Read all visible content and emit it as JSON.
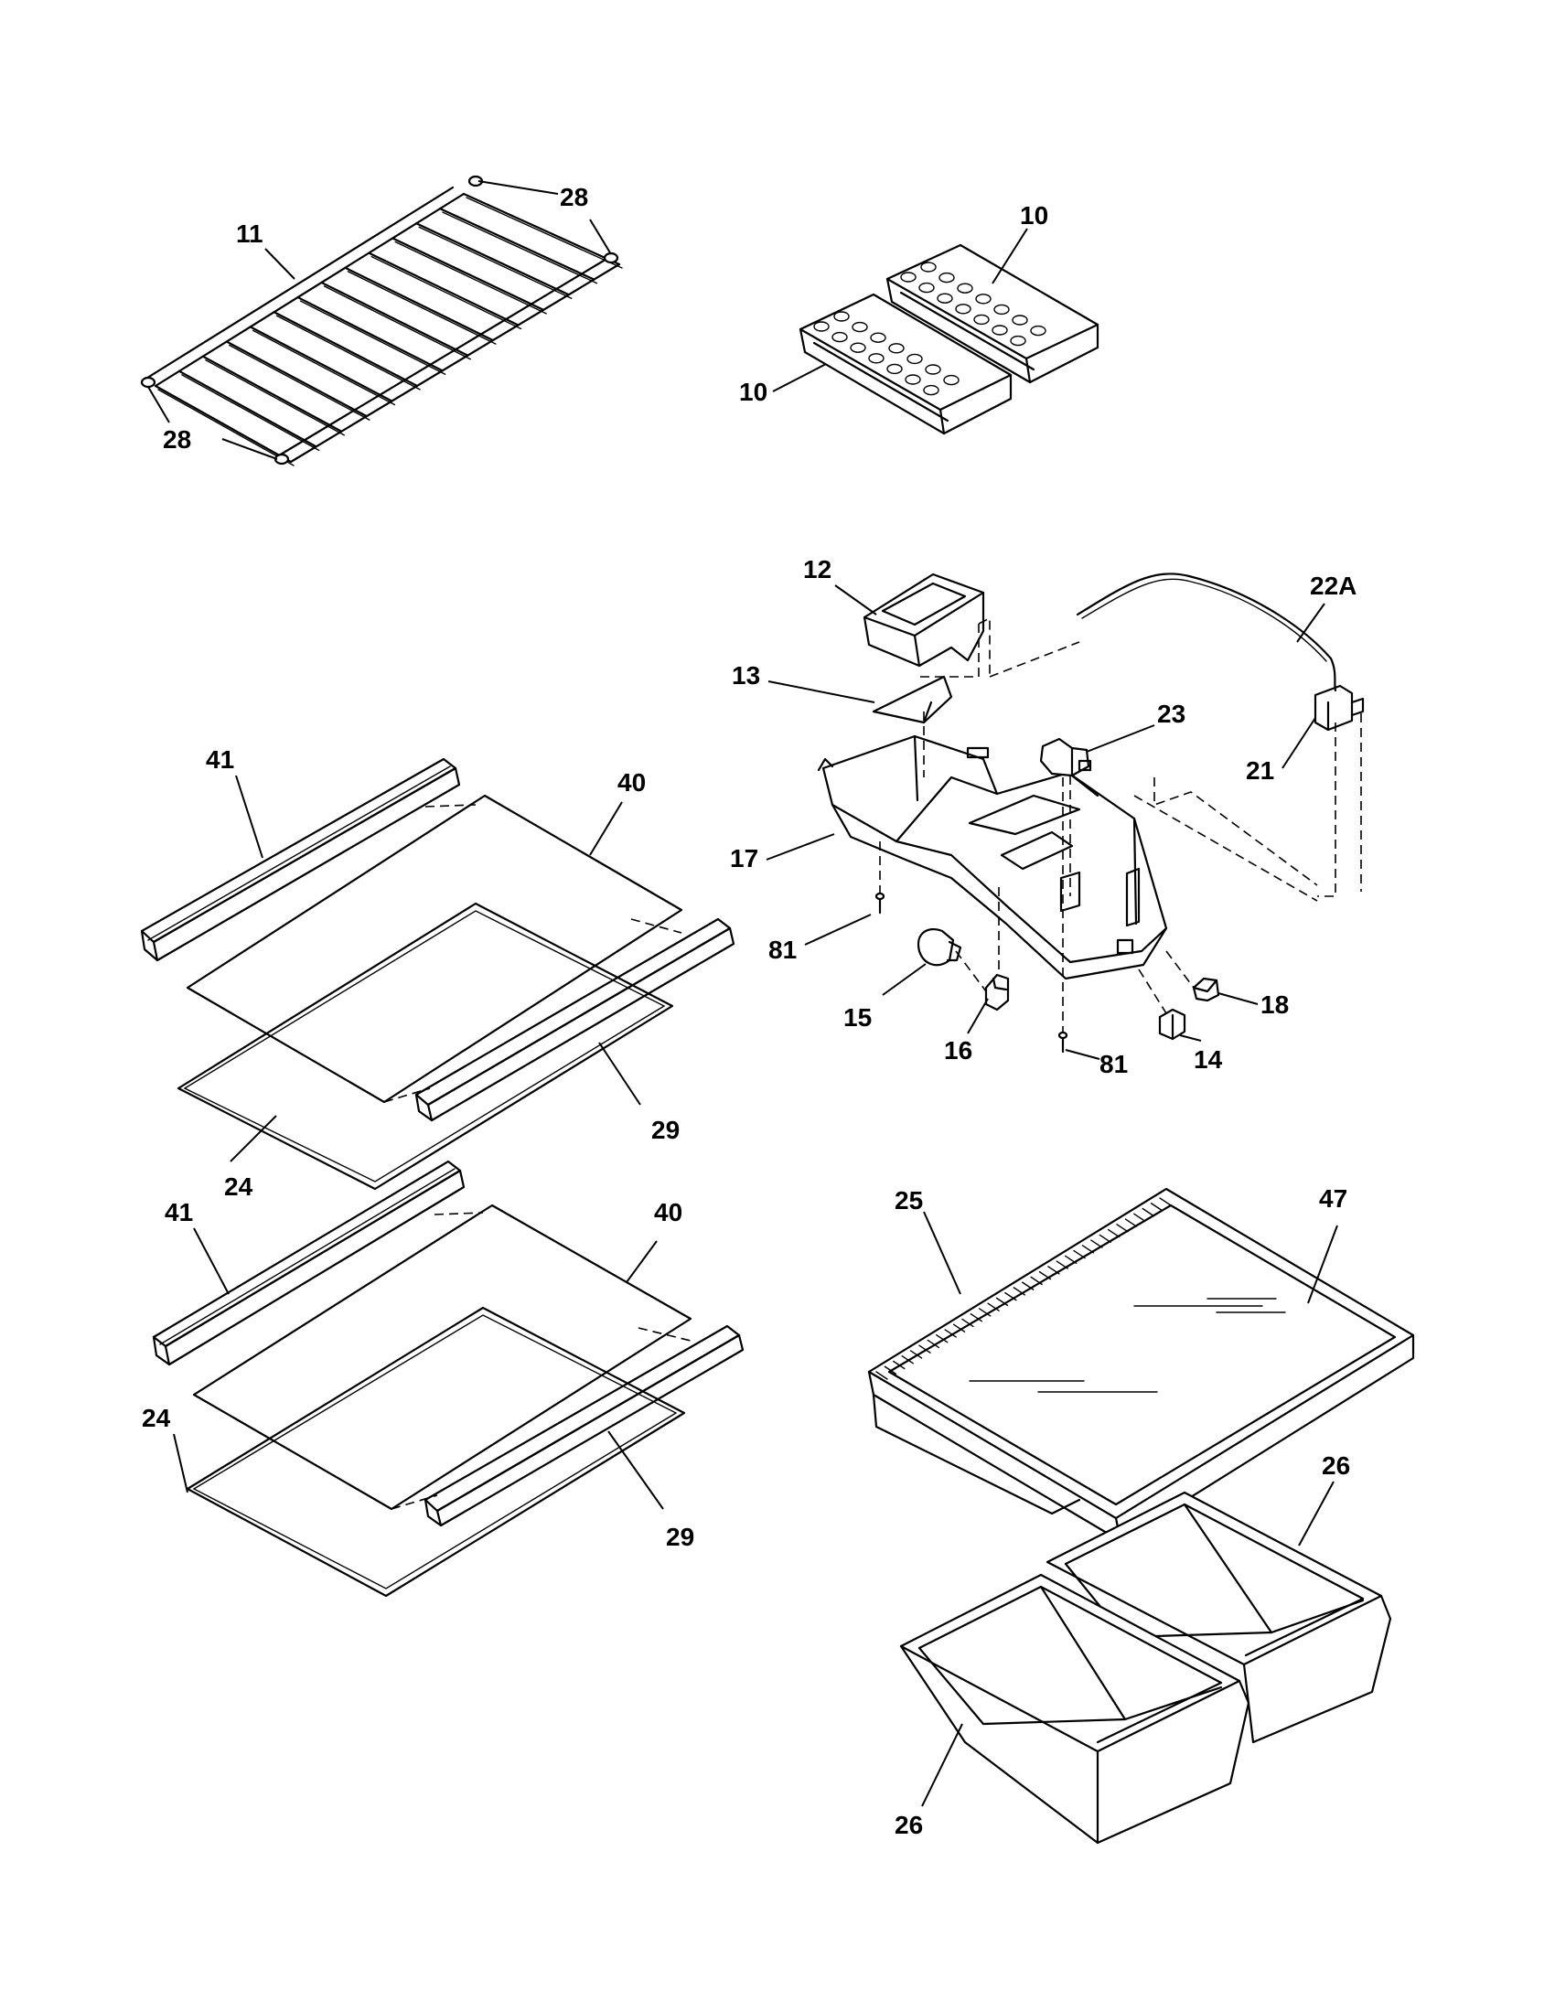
{
  "callouts": {
    "c11": "11",
    "c28a": "28",
    "c28b": "28",
    "c10a": "10",
    "c10b": "10",
    "c12": "12",
    "c22A": "22A",
    "c13": "13",
    "c23": "23",
    "c21": "21",
    "c17": "17",
    "c81a": "81",
    "c81b": "81",
    "c15": "15",
    "c16": "16",
    "c14": "14",
    "c18": "18",
    "c41a": "41",
    "c40a": "40",
    "c29a": "29",
    "c24a": "24",
    "c41b": "41",
    "c40b": "40",
    "c24b": "24",
    "c29b": "29",
    "c25": "25",
    "c47": "47",
    "c26a": "26",
    "c26b": "26"
  }
}
